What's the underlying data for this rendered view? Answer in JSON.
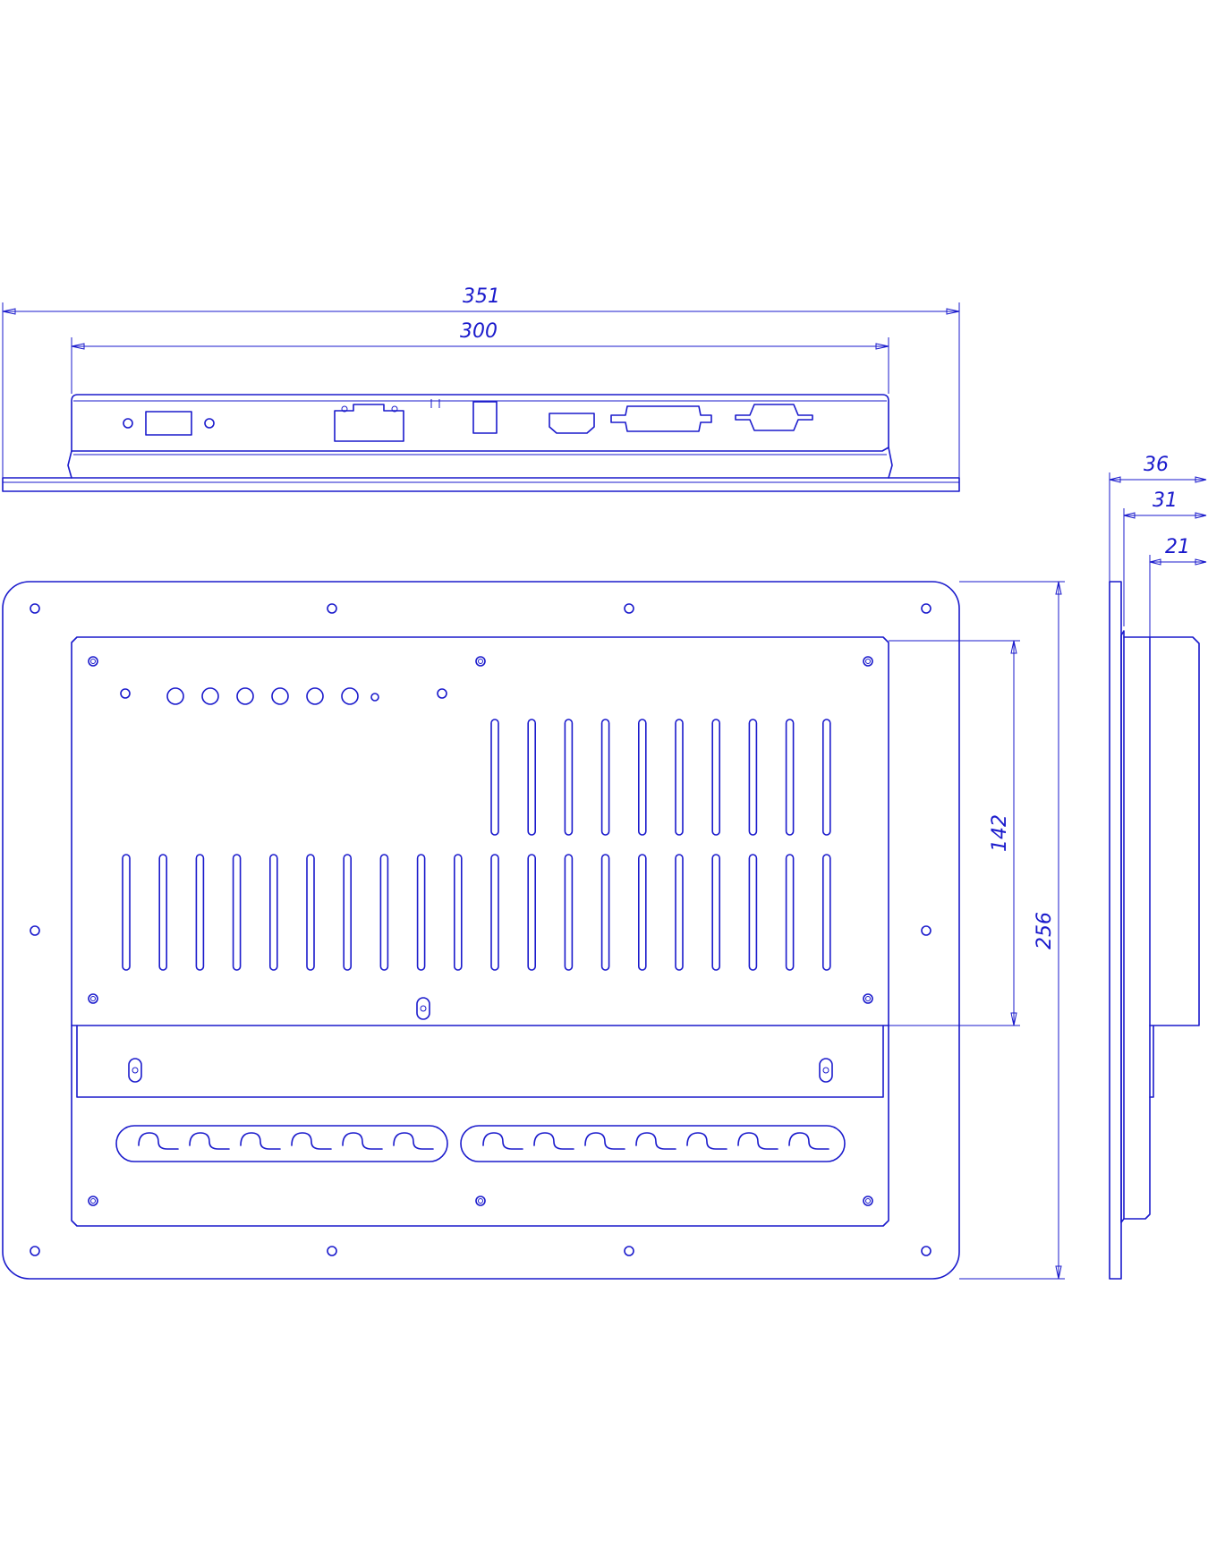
{
  "colors": {
    "line": "#1a1acc",
    "background": "#ffffff"
  },
  "dimensions": {
    "overall_width": "351",
    "panel_width": "300",
    "overall_depth": "36",
    "housing_depth": "31",
    "box_depth": "21",
    "panel_height": "142",
    "overall_height": "256"
  }
}
